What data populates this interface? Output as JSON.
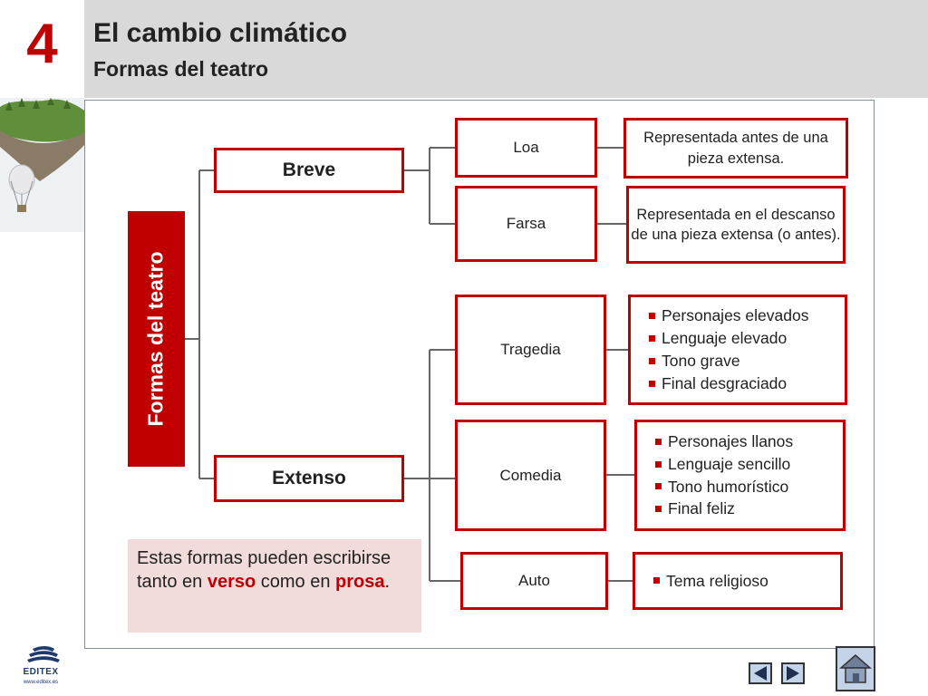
{
  "header": {
    "unit_number": "4",
    "title": "El cambio climático",
    "subtitle": "Formas del teatro"
  },
  "diagram": {
    "root_label": "Formas del teatro",
    "branches": [
      {
        "label": "Breve",
        "forms": [
          {
            "name": "Loa",
            "description": "Representada antes de una pieza extensa."
          },
          {
            "name": "Farsa",
            "description": "Representada en el descanso de una pieza extensa (o antes)."
          }
        ]
      },
      {
        "label": "Extenso",
        "forms": [
          {
            "name": "Tragedia",
            "features": [
              "Personajes elevados",
              "Lenguaje elevado",
              "Tono grave",
              "Final desgraciado"
            ]
          },
          {
            "name": "Comedia",
            "features": [
              "Personajes llanos",
              "Lenguaje sencillo",
              "Tono humorístico",
              "Final feliz"
            ]
          },
          {
            "name": "Auto",
            "features": [
              "Tema religioso"
            ]
          }
        ]
      }
    ]
  },
  "note": {
    "part1": "Estas formas pueden escribirse tanto en ",
    "verso": "verso",
    "part2": " como en ",
    "prosa": "prosa",
    "part3": "."
  },
  "footer": {
    "logo_text": "EDITEX",
    "logo_url": "www.editex.es"
  },
  "colors": {
    "accent": "#c00000",
    "header_bg": "#d9d9d9",
    "note_bg": "#f2dcdb",
    "frame_border": "#7f8ea5"
  }
}
